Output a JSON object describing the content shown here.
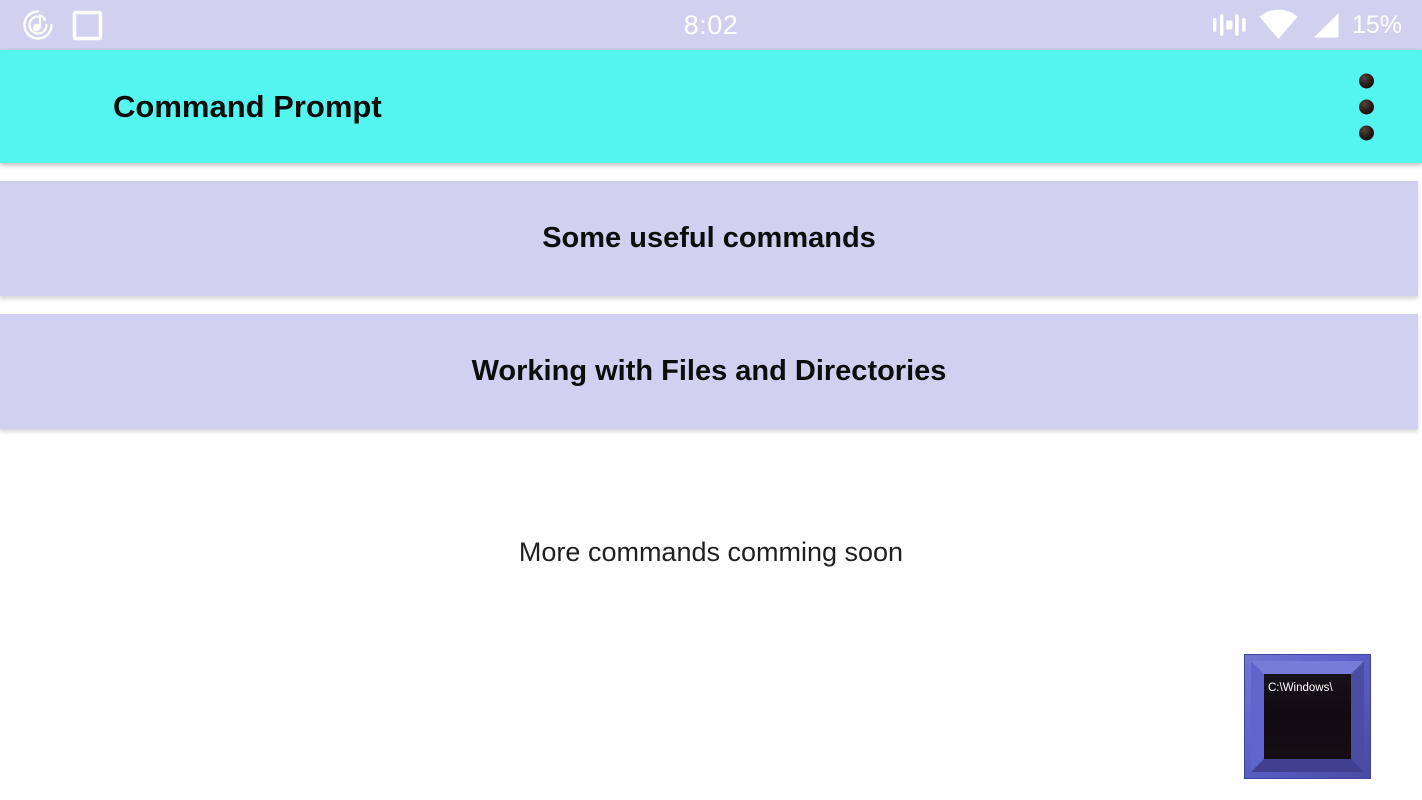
{
  "status_bar": {
    "time": "8:02",
    "battery_percent": "15%",
    "left_icons": [
      "music-note-swirl-icon",
      "square-outline-icon"
    ],
    "right_icons": [
      "vibrate-icon",
      "wifi-icon",
      "cellular-signal-icon"
    ]
  },
  "app_bar": {
    "title": "Command Prompt",
    "overflow_icon": "vertical-ellipsis-icon"
  },
  "menu_items": [
    {
      "label": "Some useful commands"
    },
    {
      "label": "Working with Files and Directories"
    }
  ],
  "footer": {
    "message": "More commands comming soon"
  },
  "floating_icon": {
    "screen_text": "C:\\Windows\\"
  },
  "colors": {
    "status_bar_bg": "#d2d0ef",
    "app_bar_bg": "#55f5ef",
    "menu_item_bg": "#d2d0f0",
    "floating_icon_frame": "#5a60c6",
    "title_text": "#0b0b0b"
  }
}
